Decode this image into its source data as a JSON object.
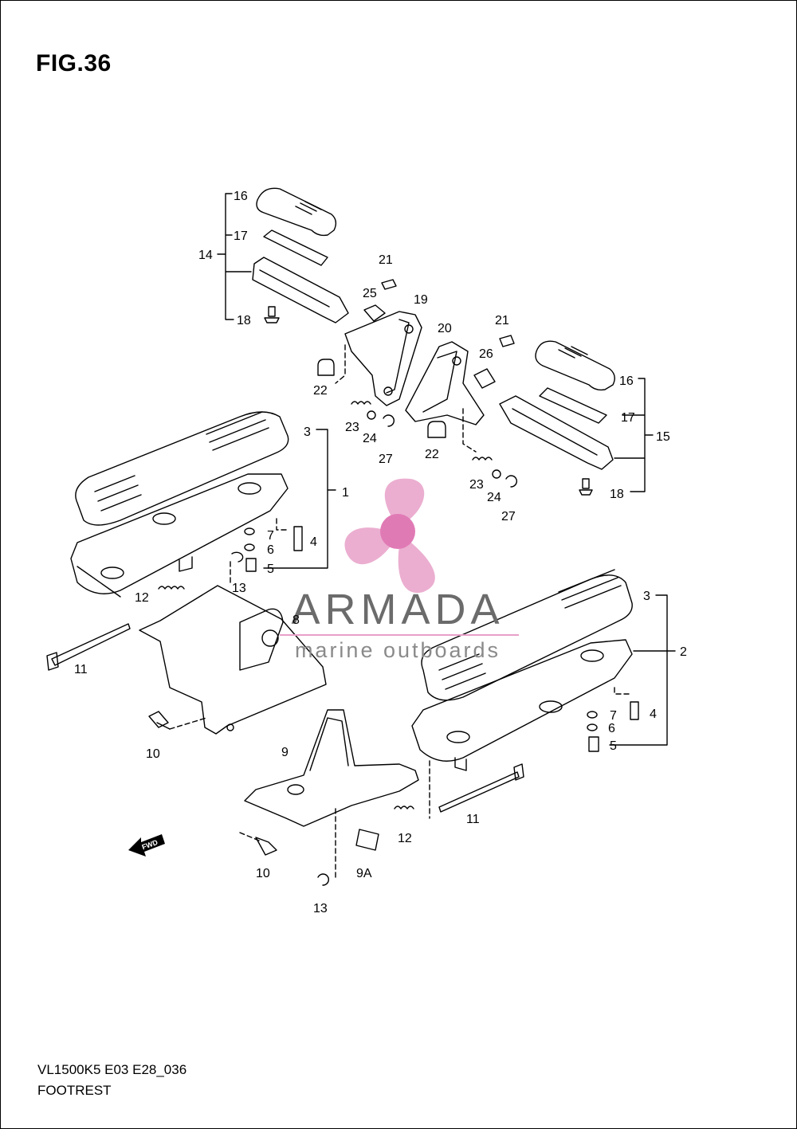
{
  "figure": {
    "title": "FIG.36"
  },
  "footer": {
    "model_code": "VL1500K5 E03 E28_036",
    "section_name": "FOOTREST"
  },
  "watermark": {
    "brand": "ARMADA",
    "tagline": "marine outboards",
    "logo_color": "#e8a0c8",
    "logo_center_color": "#e07ab5",
    "text_color": "#6b6b6b"
  },
  "fwd_badge": {
    "label": "FWD"
  },
  "callouts": {
    "c1": "1",
    "c2": "2",
    "c3a": "3",
    "c3b": "3",
    "c4a": "4",
    "c4b": "4",
    "c5a": "5",
    "c5b": "5",
    "c6a": "6",
    "c6b": "6",
    "c7a": "7",
    "c7b": "7",
    "c8": "8",
    "c9": "9",
    "c9a": "9A",
    "c10a": "10",
    "c10b": "10",
    "c11a": "11",
    "c11b": "11",
    "c12a": "12",
    "c12b": "12",
    "c13a": "13",
    "c13b": "13",
    "c14": "14",
    "c15": "15",
    "c16a": "16",
    "c16b": "16",
    "c17a": "17",
    "c17b": "17",
    "c18a": "18",
    "c18b": "18",
    "c19": "19",
    "c20": "20",
    "c21a": "21",
    "c21b": "21",
    "c22a": "22",
    "c22b": "22",
    "c23a": "23",
    "c23b": "23",
    "c24a": "24",
    "c24b": "24",
    "c25": "25",
    "c26": "26",
    "c27a": "27",
    "c27b": "27"
  }
}
